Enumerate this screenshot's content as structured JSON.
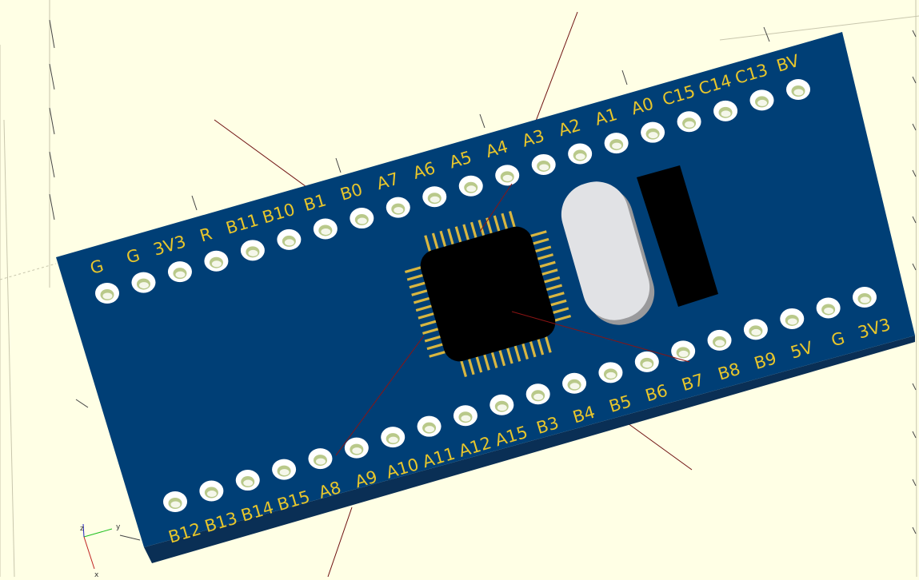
{
  "scene": {
    "background_color": "#ffffe5",
    "board_color": "#003f76",
    "board_edge_color": "#0a2f55",
    "label_color": "#e8c62b",
    "pin_highlight": "#b9c98a",
    "chip_color": "#000000",
    "chip_pin_color": "#d8b640",
    "crystal_color": "#e1e2e5",
    "axis_line_color": "#6e1010"
  },
  "board": {
    "top_pin_labels": [
      "G",
      "G",
      "3V3",
      "R",
      "B11",
      "B10",
      "B1",
      "B0",
      "A7",
      "A6",
      "A5",
      "A4",
      "A3",
      "A2",
      "A1",
      "A0",
      "C15",
      "C14",
      "C13",
      "BV"
    ],
    "bottom_pin_labels": [
      "B12",
      "B13",
      "B14",
      "B15",
      "A8",
      "A9",
      "A10",
      "A11",
      "A12",
      "A15",
      "B3",
      "B4",
      "B5",
      "B6",
      "B7",
      "B8",
      "B9",
      "5V",
      "G",
      "3V3"
    ]
  },
  "axis_gizmo": {
    "x_label": "x",
    "y_label": "y",
    "z_label": "z"
  }
}
